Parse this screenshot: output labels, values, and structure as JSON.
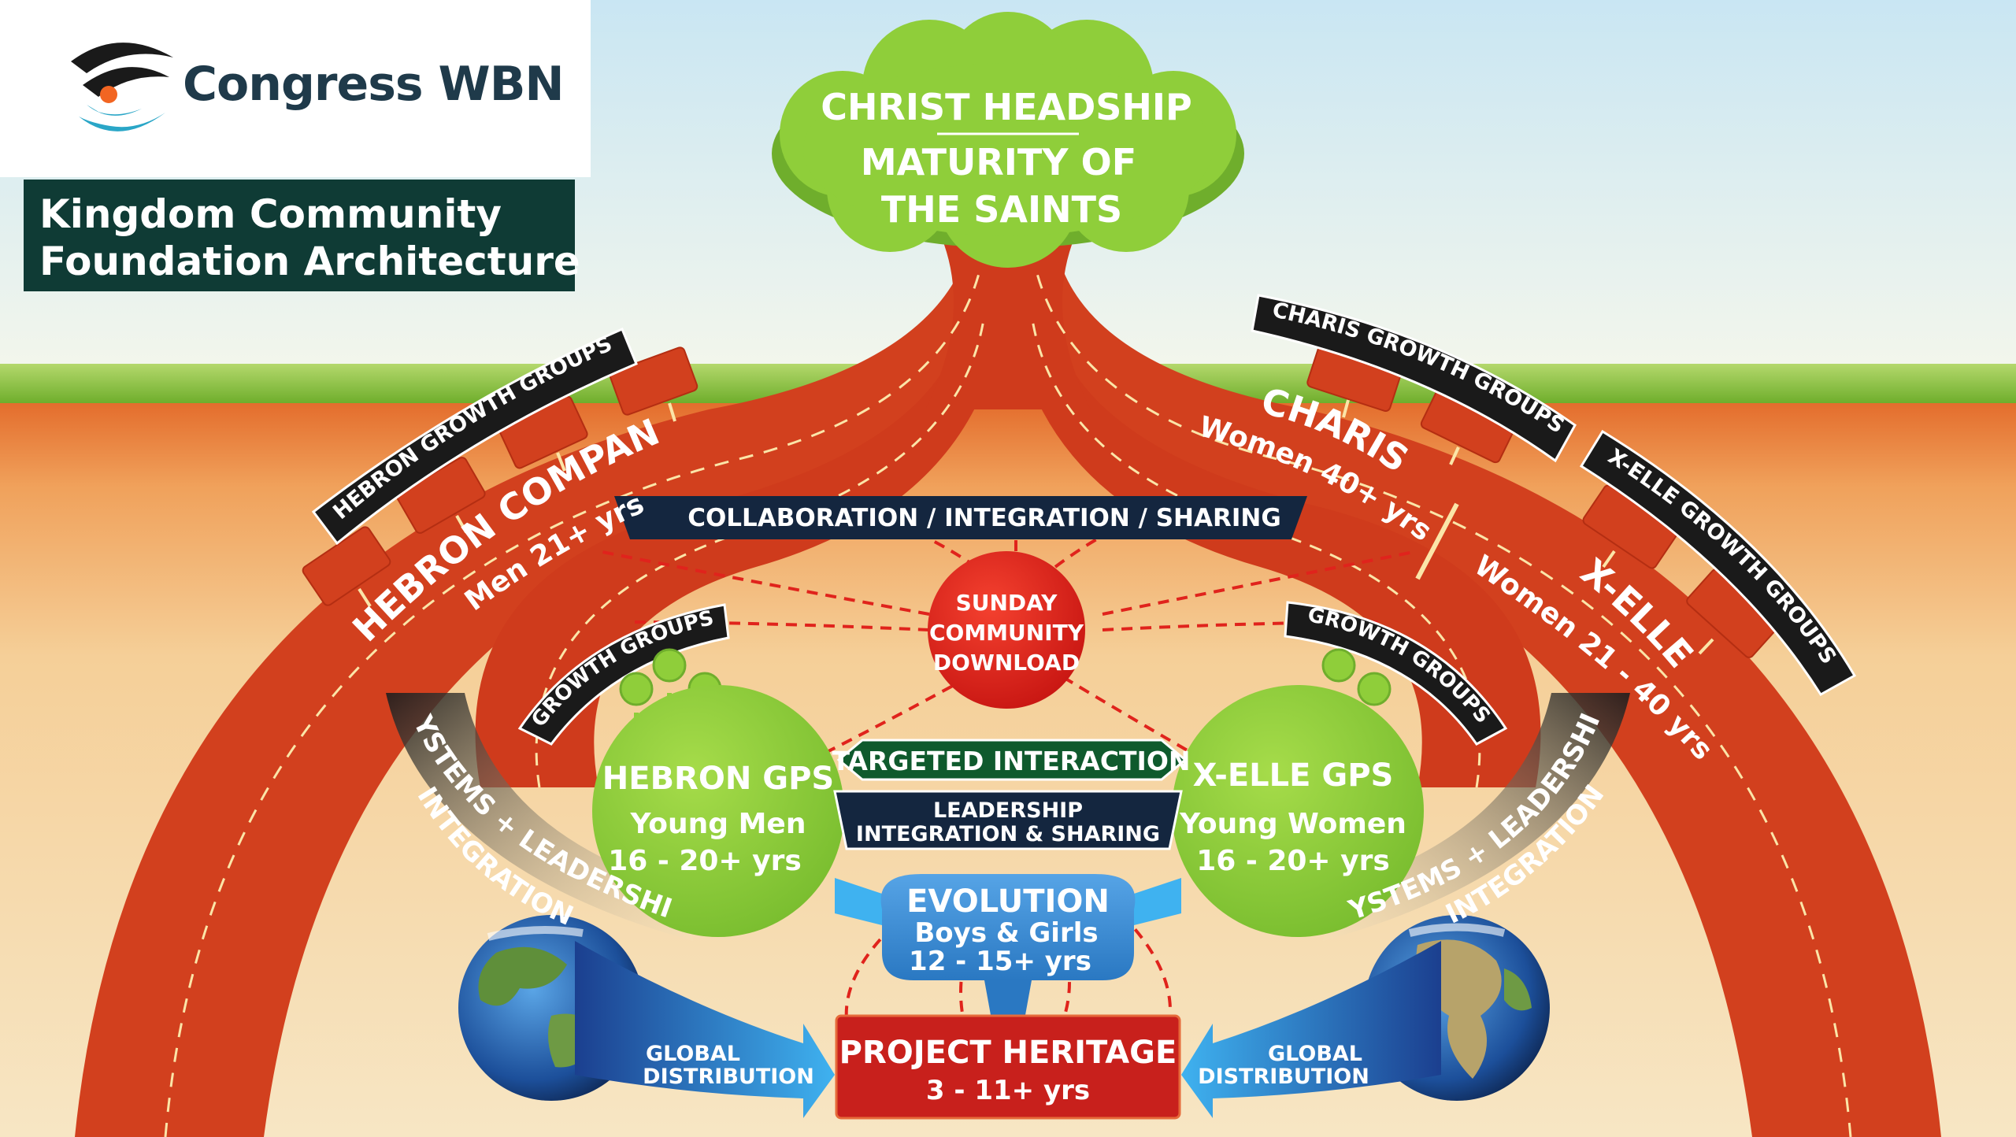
{
  "brand": {
    "name": "Congress WBN",
    "logo_icon": "swoosh-logo-icon",
    "title_lines": [
      "Kingdom Community",
      "Foundation Architecture"
    ]
  },
  "tree": {
    "line1": "CHRIST HEADSHIP",
    "line2": "MATURITY OF",
    "line3": "THE SAINTS"
  },
  "center": {
    "collaboration": "COLLABORATION / INTEGRATION / SHARING",
    "sunday": [
      "SUNDAY",
      "COMMUNITY",
      "DOWNLOAD"
    ],
    "targeted": "TARGETED INTERACTION",
    "leadership": [
      "LEADERSHIP",
      "INTEGRATION & SHARING"
    ]
  },
  "left": {
    "company": "HEBRON COMPANY",
    "company_sub": "Men  21+ yrs",
    "growth_banner": "HEBRON GROWTH GROUPS",
    "small_growth": "GROWTH GROUPS",
    "gps_title": "HEBRON GPS",
    "gps_sub1": "Young Men",
    "gps_sub2": "16 - 20+ yrs",
    "systems1": "SYSTEMS + LEADERSHIP",
    "systems2": "INTEGRATION",
    "global1": "GLOBAL",
    "global2": "DISTRIBUTION"
  },
  "right": {
    "charis": "CHARIS",
    "charis_sub": "Women  40+ yrs",
    "charis_banner": "CHARIS GROWTH GROUPS",
    "xelle_banner": "X-ELLE GROWTH GROUPS",
    "xelle": "X-ELLE",
    "xelle_sub": "Women  21 - 40 yrs",
    "small_growth": "GROWTH GROUPS",
    "gps_title": "X-ELLE GPS",
    "gps_sub1": "Young Women",
    "gps_sub2": "16 - 20+ yrs",
    "systems1": "SYSTEMS + LEADERSHIP",
    "systems2": "INTEGRATION",
    "global1": "GLOBAL",
    "global2": "DISTRIBUTION"
  },
  "evolution": {
    "title": "EVOLUTION",
    "sub1": "Boys & Girls",
    "sub2": "12 - 15+ yrs"
  },
  "heritage": {
    "title": "PROJECT HERITAGE",
    "sub": "3 - 11+ yrs"
  },
  "colors": {
    "sky": "#dbeef5",
    "grass": "#8cc63f",
    "root_red": "#d2401e",
    "tree_green": "#8fce3a",
    "navy": "#14263f",
    "sunday_red": "#e32119",
    "evolution_blue": "#3d8fd6",
    "heritage_red": "#c8201c"
  }
}
